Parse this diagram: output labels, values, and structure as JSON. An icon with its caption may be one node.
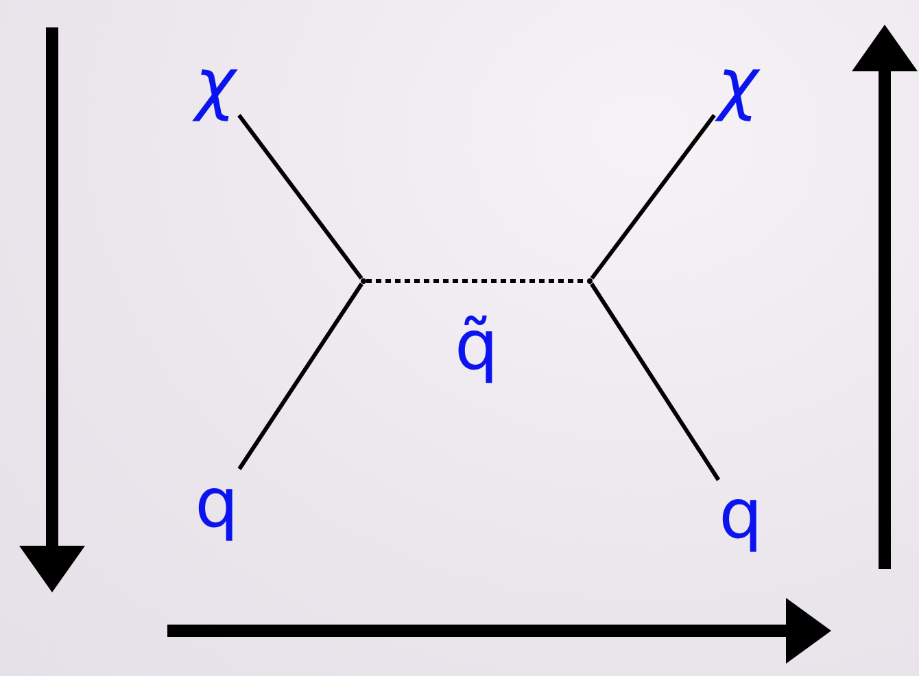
{
  "diagram": {
    "nodes": [
      {
        "text": [
          "χ"
        ]
      },
      {
        "text": [
          "χ"
        ]
      },
      {
        "text": [
          "q"
        ]
      },
      {
        "text": [
          "q"
        ]
      },
      {
        "text": [],
        "shape": "point"
      },
      {
        "text": [],
        "shape": "point"
      }
    ],
    "edges": [
      {
        "from": 0,
        "to": 4,
        "arrow": "none"
      },
      {
        "from": 2,
        "to": 4,
        "arrow": "none"
      },
      {
        "from": 4,
        "to": 5,
        "arrow": "none",
        "style": "dashed",
        "label": "q̃"
      },
      {
        "from": 5,
        "to": 1,
        "arrow": "none"
      },
      {
        "from": 5,
        "to": 3,
        "arrow": "none"
      }
    ]
  }
}
